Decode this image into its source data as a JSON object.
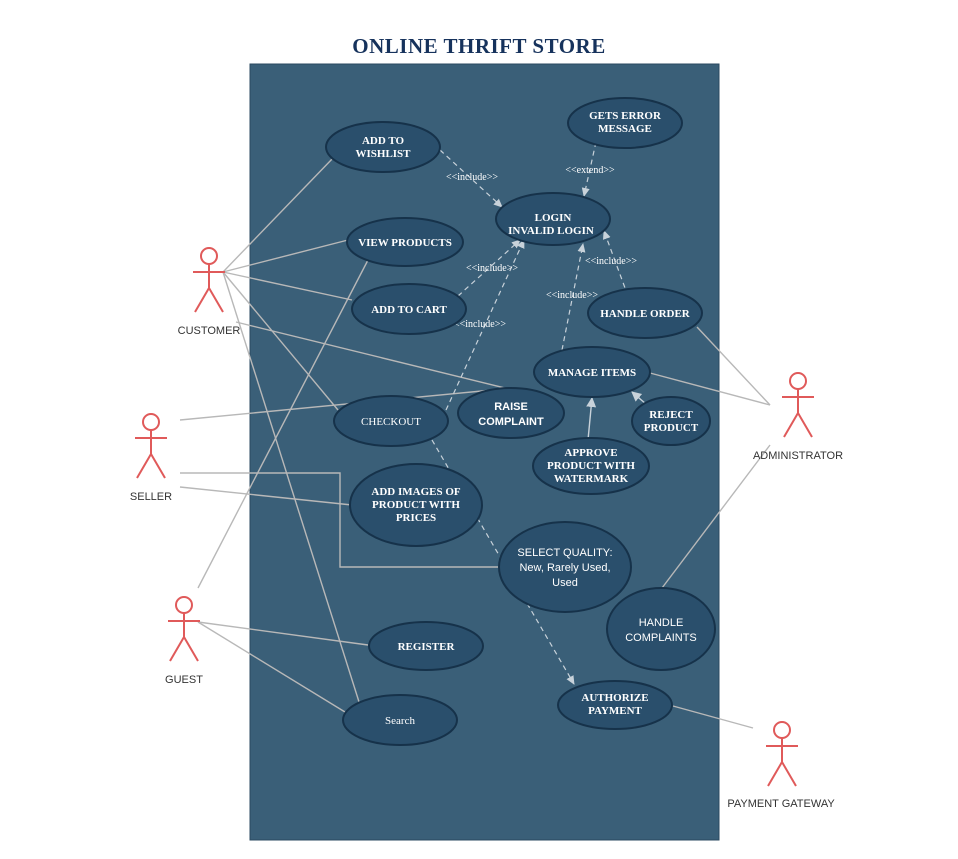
{
  "title": "ONLINE THRIFT STORE",
  "colors": {
    "title": "#16325c",
    "system_boundary": "#3a5f78",
    "use_case_fill": "#2a4f6c",
    "use_case_stroke": "#16324a",
    "actor": "#e05a5a",
    "line": "#b8b8b8"
  },
  "actors": {
    "customer": "CUSTOMER",
    "seller": "SELLER",
    "guest": "GUEST",
    "administrator": "ADMINISTRATOR",
    "payment_gateway": "PAYMENT GATEWAY"
  },
  "use_cases": {
    "add_to_wishlist": [
      "ADD TO",
      "WISHLIST"
    ],
    "gets_error_message": [
      "GETS ERROR",
      "MESSAGE"
    ],
    "login": [
      "LOGIN",
      "INVALID LOGIN"
    ],
    "view_products": [
      "VIEW PRODUCTS"
    ],
    "add_to_cart": [
      "ADD TO CART"
    ],
    "handle_order": [
      "HANDLE ORDER"
    ],
    "manage_items": [
      "MANAGE ITEMS"
    ],
    "checkout": [
      "CHECKOUT"
    ],
    "raise_complaint": [
      "RAISE",
      "COMPLAINT"
    ],
    "reject_product": [
      "REJECT",
      "PRODUCT"
    ],
    "approve_product": [
      "APPROVE",
      "PRODUCT WITH",
      "WATERMARK"
    ],
    "add_images": [
      "ADD IMAGES OF",
      "PRODUCT WITH",
      "PRICES"
    ],
    "select_quality": [
      "SELECT QUALITY:",
      "New, Rarely Used,",
      "Used"
    ],
    "handle_complaints": [
      "HANDLE",
      "COMPLAINTS"
    ],
    "register": [
      "REGISTER"
    ],
    "authorize_payment": [
      "AUTHORIZE",
      "PAYMENT"
    ],
    "search": [
      "Search"
    ]
  },
  "relations": {
    "include_wishlist": "<<include>>",
    "extend_error": "<<extend>>",
    "include_cart": "<<include>>",
    "include_checkout": "<<include>>",
    "include_manage": "<<include>>",
    "include_order": "<<include>>"
  }
}
